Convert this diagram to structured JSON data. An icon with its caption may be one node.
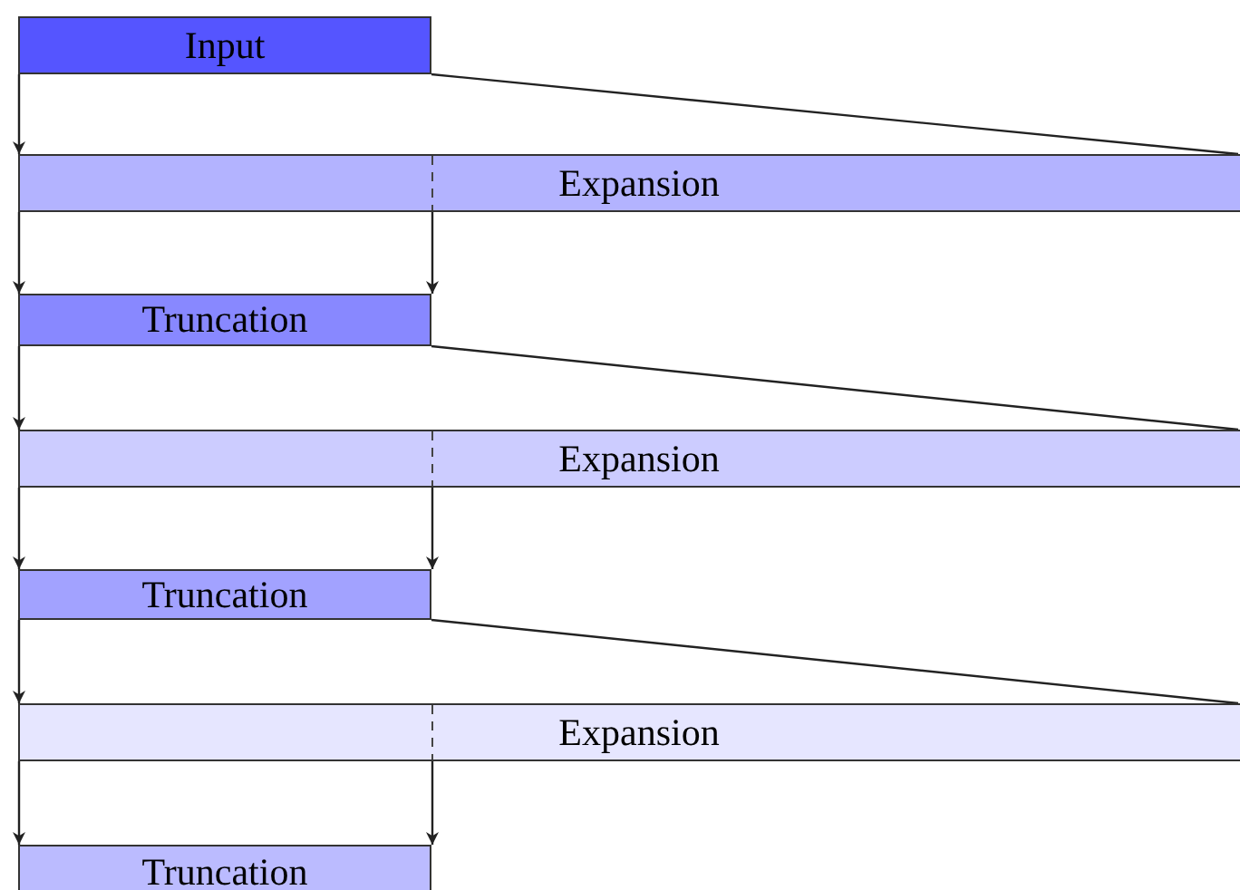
{
  "diagram": {
    "nodes": [
      {
        "text": [
          "Input"
        ]
      },
      {
        "text": [
          "Expansion"
        ]
      },
      {
        "text": [
          "Truncation"
        ]
      },
      {
        "text": [
          "Expansion"
        ]
      },
      {
        "text": [
          "Truncation"
        ]
      },
      {
        "text": [
          "Expansion"
        ]
      },
      {
        "text": [
          "Truncation"
        ]
      }
    ],
    "edges": [
      {
        "from": 0,
        "to": 1,
        "arrow": "to"
      },
      {
        "from": 0,
        "to": 1,
        "arrow": "none"
      },
      {
        "from": 1,
        "to": 2,
        "arrow": "to"
      },
      {
        "from": 1,
        "to": 2,
        "arrow": "to"
      },
      {
        "from": 2,
        "to": 3,
        "arrow": "to"
      },
      {
        "from": 2,
        "to": 3,
        "arrow": "none"
      },
      {
        "from": 3,
        "to": 4,
        "arrow": "to"
      },
      {
        "from": 3,
        "to": 4,
        "arrow": "to"
      },
      {
        "from": 4,
        "to": 5,
        "arrow": "to"
      },
      {
        "from": 4,
        "to": 5,
        "arrow": "none"
      },
      {
        "from": 5,
        "to": 6,
        "arrow": "to"
      },
      {
        "from": 5,
        "to": 6,
        "arrow": "to"
      }
    ]
  }
}
